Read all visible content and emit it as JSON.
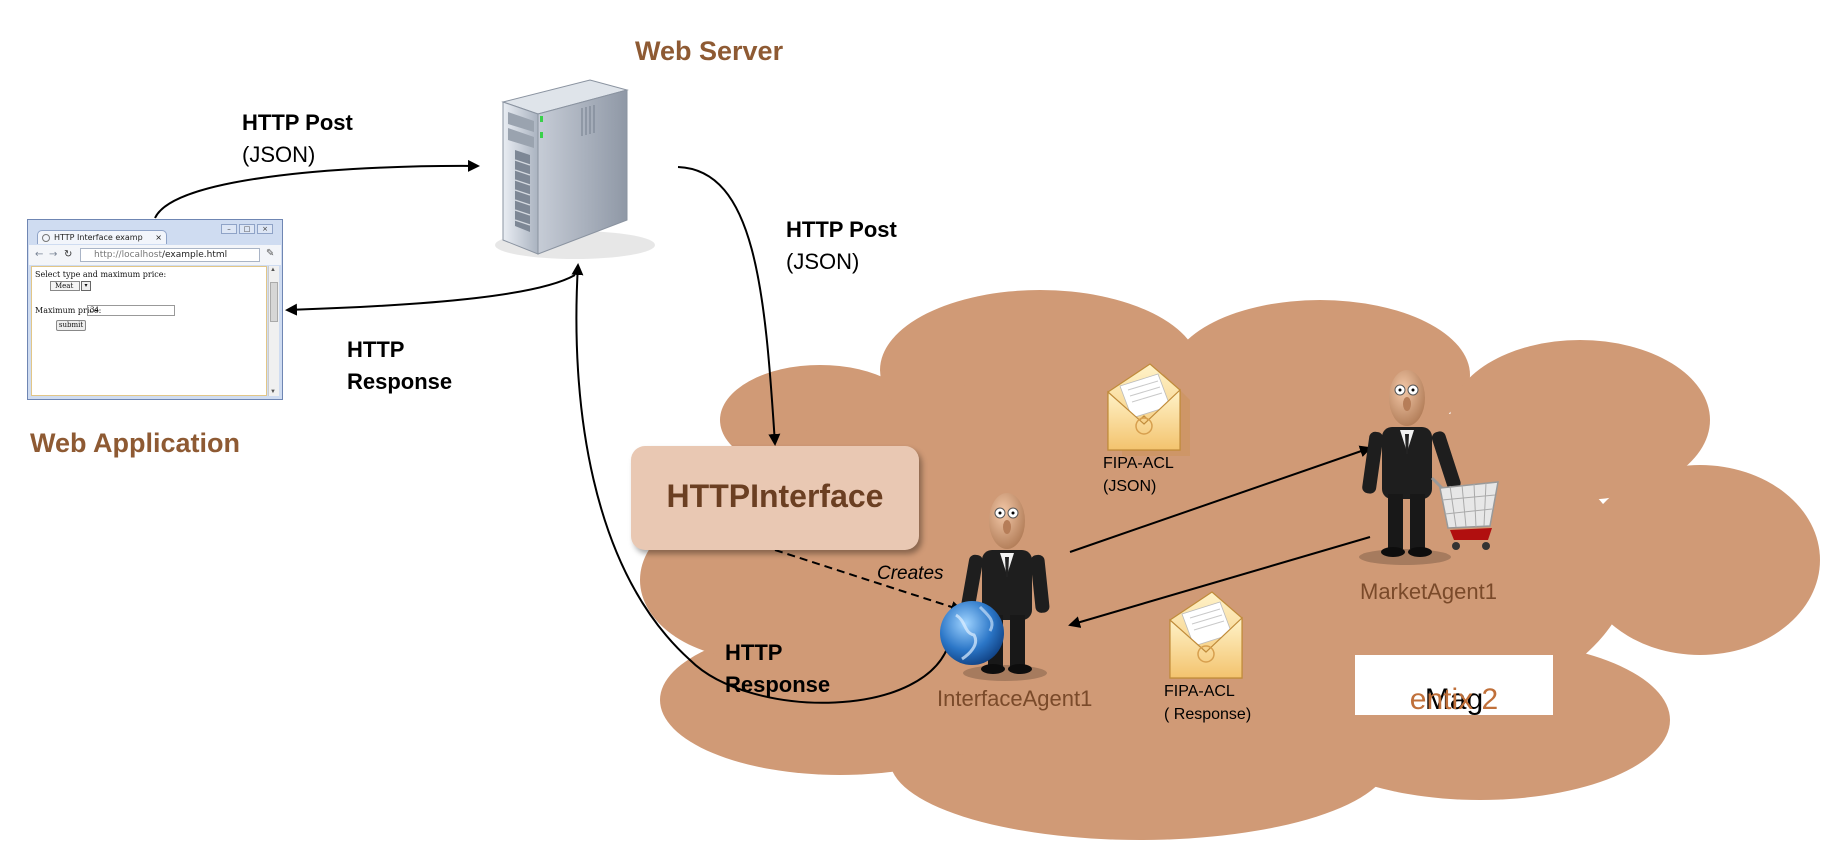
{
  "web_server": {
    "title": "Web Server"
  },
  "web_application": {
    "title": "Web Application"
  },
  "edges": {
    "post_to_server": {
      "line1": "HTTP Post",
      "line2": "(JSON)"
    },
    "response_to_app": {
      "line1": "HTTP",
      "line2": "Response"
    },
    "post_to_interface": {
      "line1": "HTTP Post",
      "line2": "(JSON)"
    },
    "response_to_server": {
      "line1": "HTTP",
      "line2": "Response"
    },
    "creates": "Creates"
  },
  "http_interface": {
    "label": "HTTPInterface"
  },
  "agents": {
    "interface_agent": "InterfaceAgent1",
    "market_agent": "MarketAgent1"
  },
  "messages": {
    "request": {
      "line1": "FIPA-ACL",
      "line2": "(JSON)"
    },
    "response": {
      "line1": "FIPA-ACL",
      "line2": "( Response)"
    }
  },
  "platform": {
    "name_prefix": "Mag",
    "name_accent": "entix 2"
  },
  "browser": {
    "tab_title": "HTTP Interface examp",
    "tab_close": "×",
    "address_host": "http://localhost",
    "address_path": "/example.html",
    "form_prompt": "Select type and maximum price:",
    "select_value": "Meat",
    "price_label": "Maximum price:",
    "price_value": "34",
    "submit_label": "submit"
  },
  "colors": {
    "cloud": "#d09a76",
    "title_brown": "#8e5a33",
    "interface_box": "#e9c8b3",
    "agent_name": "#7a4a2a",
    "magentix_accent": "#c0703a"
  }
}
